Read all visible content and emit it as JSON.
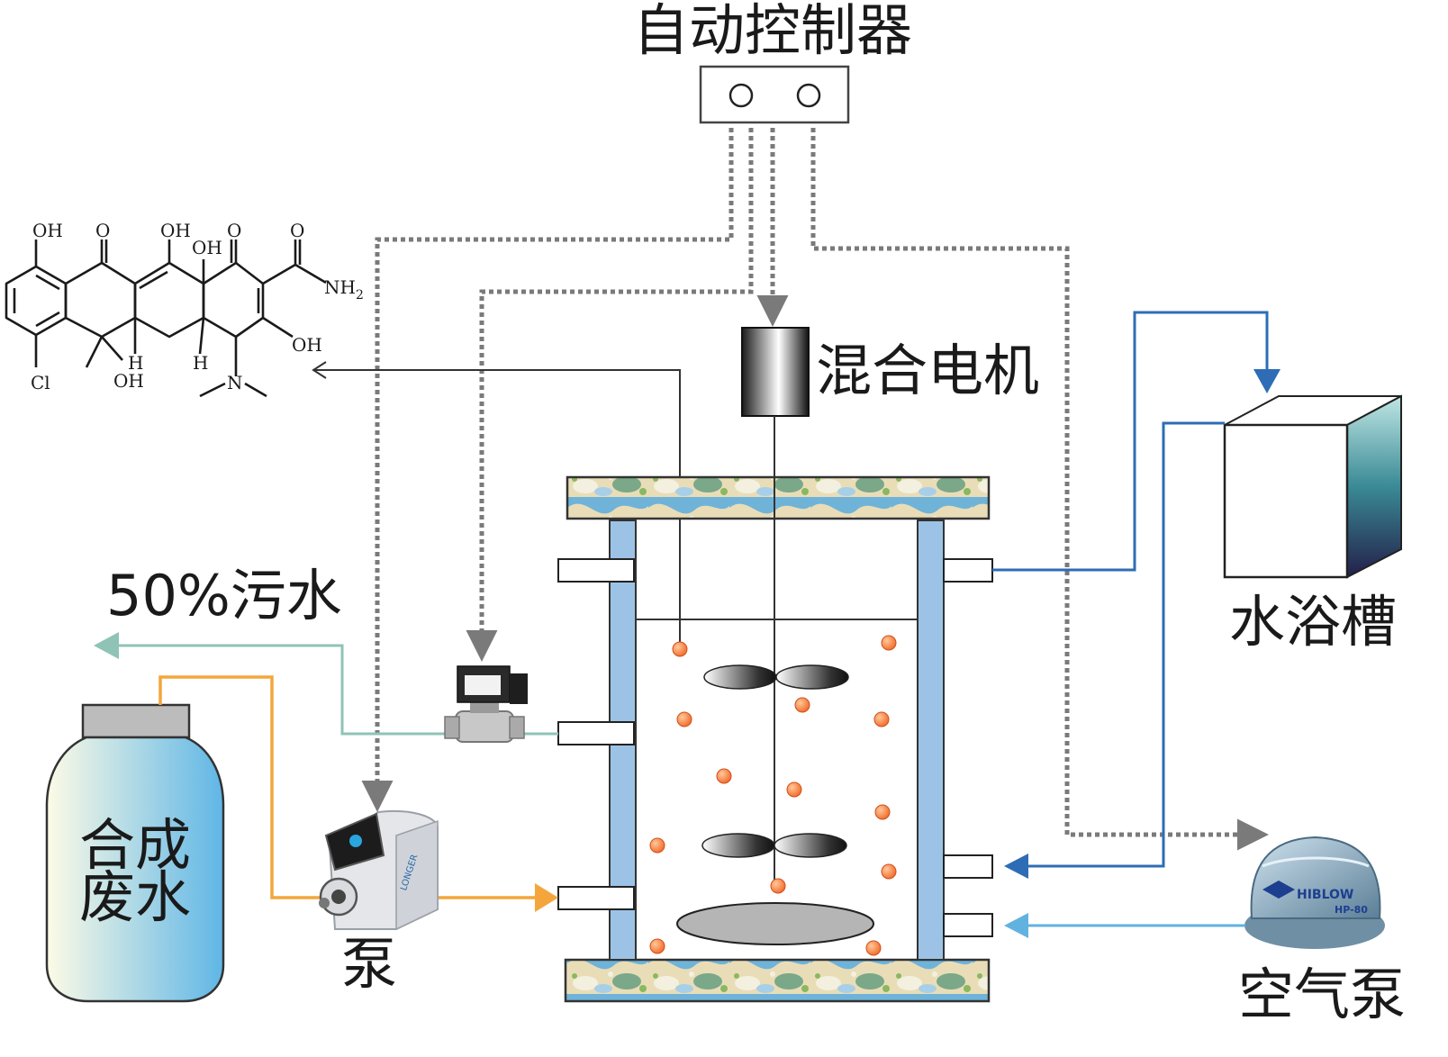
{
  "labels": {
    "controller": "自动控制器",
    "mixer_motor": "混合电机",
    "water_bath": "水浴槽",
    "effluent": "50%污水",
    "wastewater_line1": "合成",
    "wastewater_line2": "废水",
    "pump": "泵",
    "air_pump": "空气泵"
  },
  "molecule": {
    "oh1": "OH",
    "o1": "O",
    "oh2": "OH",
    "oh3": "OH",
    "o2": "O",
    "o3": "O",
    "nh2": "NH",
    "nh2_sub": "2",
    "oh4": "OH",
    "cl": "Cl",
    "h1": "H",
    "oh5": "OH",
    "h2": "H",
    "n": "N"
  },
  "devices": {
    "pump_brand": "LONGER",
    "air_pump_brand": "HIBLOW",
    "air_pump_model": "HP-80"
  },
  "colors": {
    "control_line": "#7a7a7a",
    "cooling_line": "#2e6db5",
    "effluent_line": "#8fc3b6",
    "feed_line": "#f4a63c",
    "air_line": "#62b2e0",
    "reactor_wall": "#9cc3e6",
    "bubble": "#f26a2a"
  }
}
